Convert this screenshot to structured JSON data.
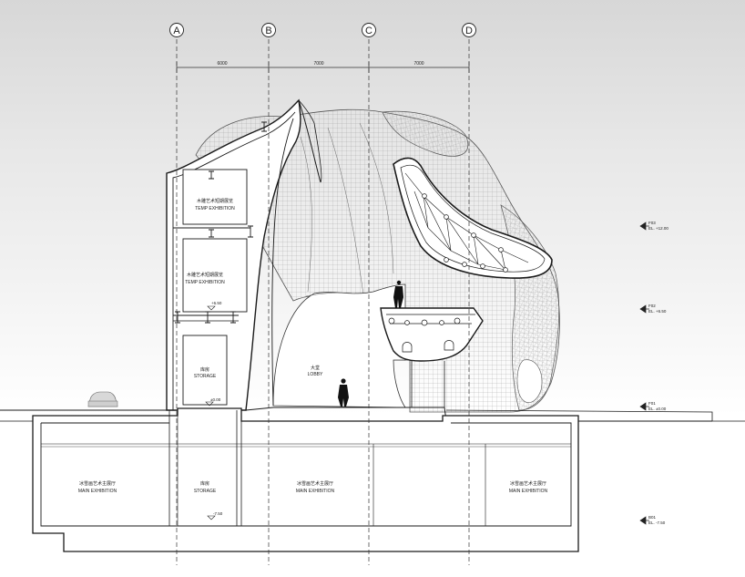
{
  "grid_axes": [
    "A",
    "B",
    "C",
    "D"
  ],
  "dimensions": [
    "6000",
    "7000",
    "7000"
  ],
  "rooms": {
    "temp_exhibition_upper": {
      "cn": "木雕艺术短期展览",
      "en": "TEMP EXHIBITION"
    },
    "temp_exhibition_lower": {
      "cn": "木雕艺术短期展览",
      "en": "TEMP EXHIBITION"
    },
    "storage_upper": {
      "cn": "库房",
      "en": "STORAGE"
    },
    "lobby": {
      "cn": "大堂",
      "en": "LOBBY"
    },
    "main_exhibition_1": {
      "cn": "冰雪画艺术主展厅",
      "en": "MAIN EXHIBITION"
    },
    "storage_lower": {
      "cn": "库房",
      "en": "STORAGE"
    },
    "main_exhibition_2": {
      "cn": "冰雪画艺术主展厅",
      "en": "MAIN EXHIBITION"
    },
    "main_exhibition_3": {
      "cn": "冰雪画艺术主展厅",
      "en": "MAIN EXHIBITION"
    }
  },
  "inline_levels": {
    "plus_650": "+6.50",
    "zero": "±0.00",
    "minus_750": "-7.50"
  },
  "levels": [
    {
      "name": "F03",
      "el": "EL. +12.00"
    },
    {
      "name": "F02",
      "el": "EL. +6.50"
    },
    {
      "name": "F01",
      "el": "EL. ±0.00"
    },
    {
      "name": "B01",
      "el": "EL. -7.50"
    }
  ],
  "colors": {
    "line": "#1a1a1a",
    "mesh": "#8a8a8a",
    "grid": "#333333"
  }
}
